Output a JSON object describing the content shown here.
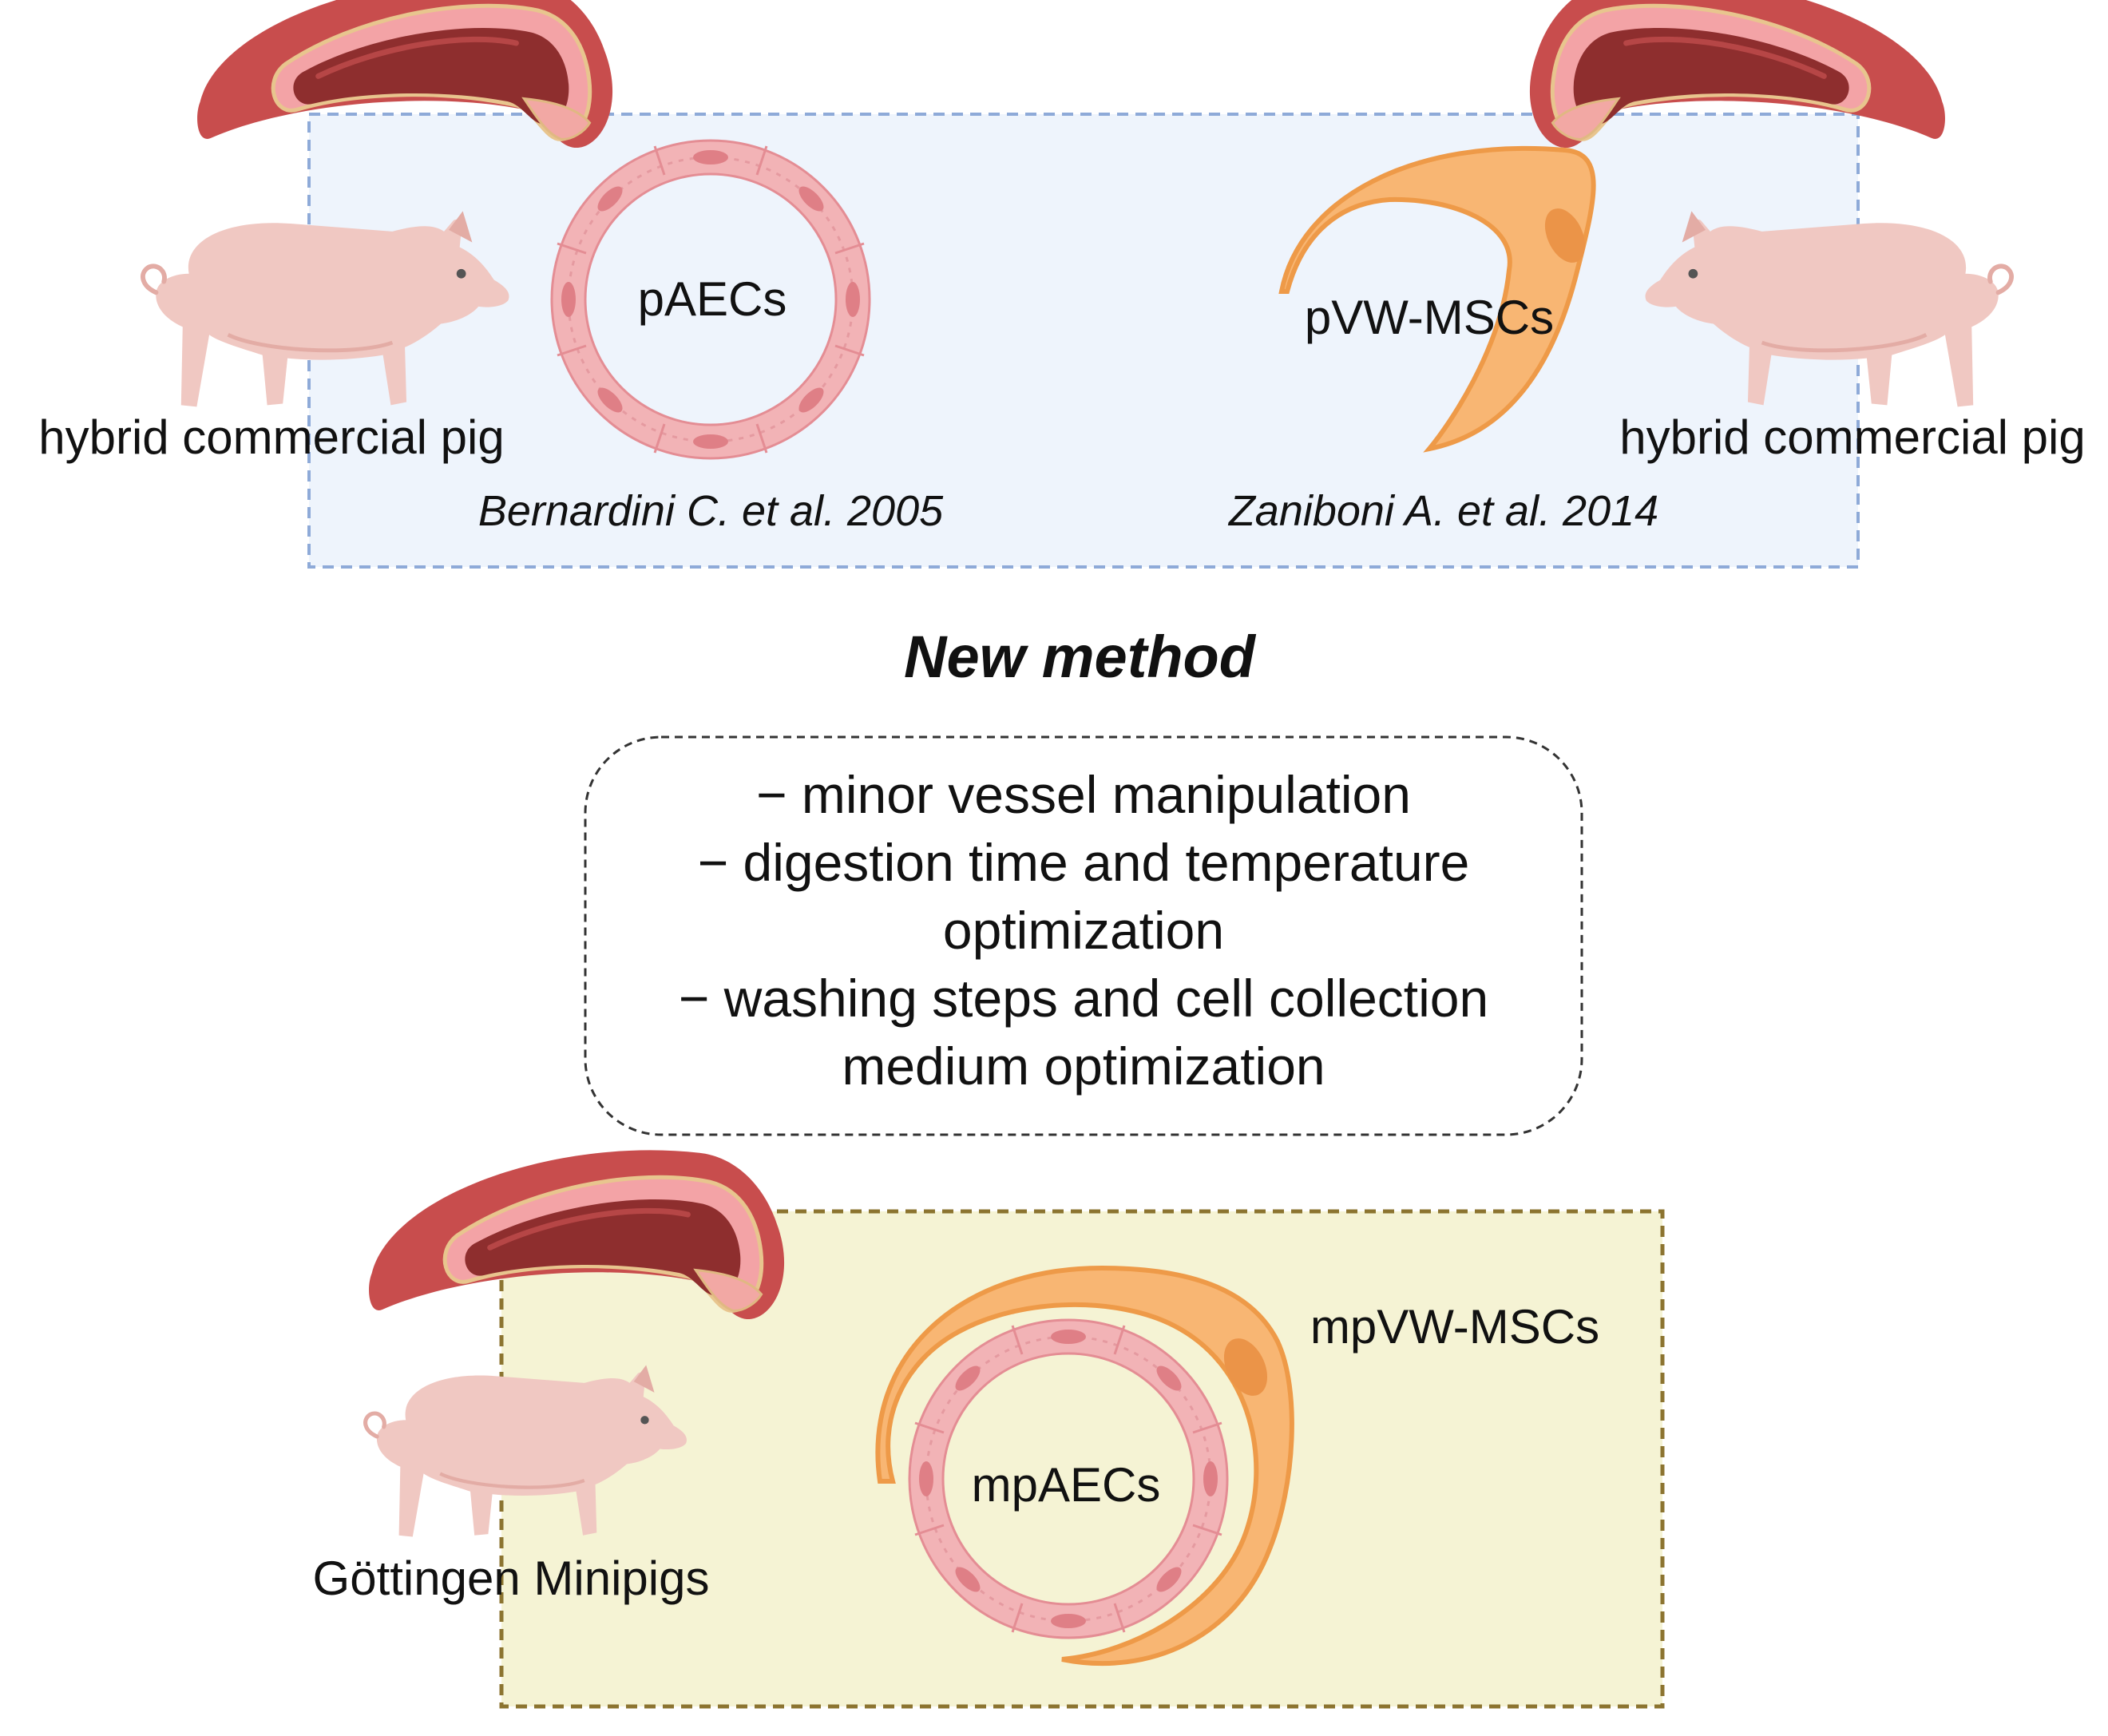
{
  "colors": {
    "top_panel_fill": "#eef4fc",
    "top_panel_border": "#8eaad8",
    "bottom_panel_fill": "#f5f3d4",
    "bottom_panel_border": "#8c7430",
    "endothelial_cell": "#f2b3b6",
    "endothelial_nucleus": "#df7f86",
    "msc_cell": "#f8b673",
    "msc_outline": "#ee9a48",
    "vessel_outer": "#c84d4d",
    "vessel_lumen": "#8e2e2e",
    "pig_pink": "#f0c8c2"
  },
  "icons": {
    "vessel": "blood-vessel-icon",
    "pig": "pig-icon",
    "endothelial_ring": "endothelial-cell-ring-icon",
    "msc": "mesenchymal-stem-cell-icon"
  },
  "top_panel": {
    "left": {
      "animal_label": "hybrid commercial pig",
      "cell_label": "pAECs",
      "reference": "Bernardini C. et al. 2005"
    },
    "right": {
      "animal_label": "hybrid commercial pig",
      "cell_label": "pVW-MSCs",
      "reference": "Zaniboni A. et al. 2014"
    }
  },
  "heading": "New method",
  "method_steps": [
    "− minor vessel manipulation",
    "− digestion time and temperature",
    "optimization",
    "− washing steps and cell collection",
    "medium optimization"
  ],
  "bottom_panel": {
    "animal_label": "Göttingen Minipigs",
    "endothelial_label": "mpAECs",
    "msc_label": "mpVW-MSCs"
  }
}
